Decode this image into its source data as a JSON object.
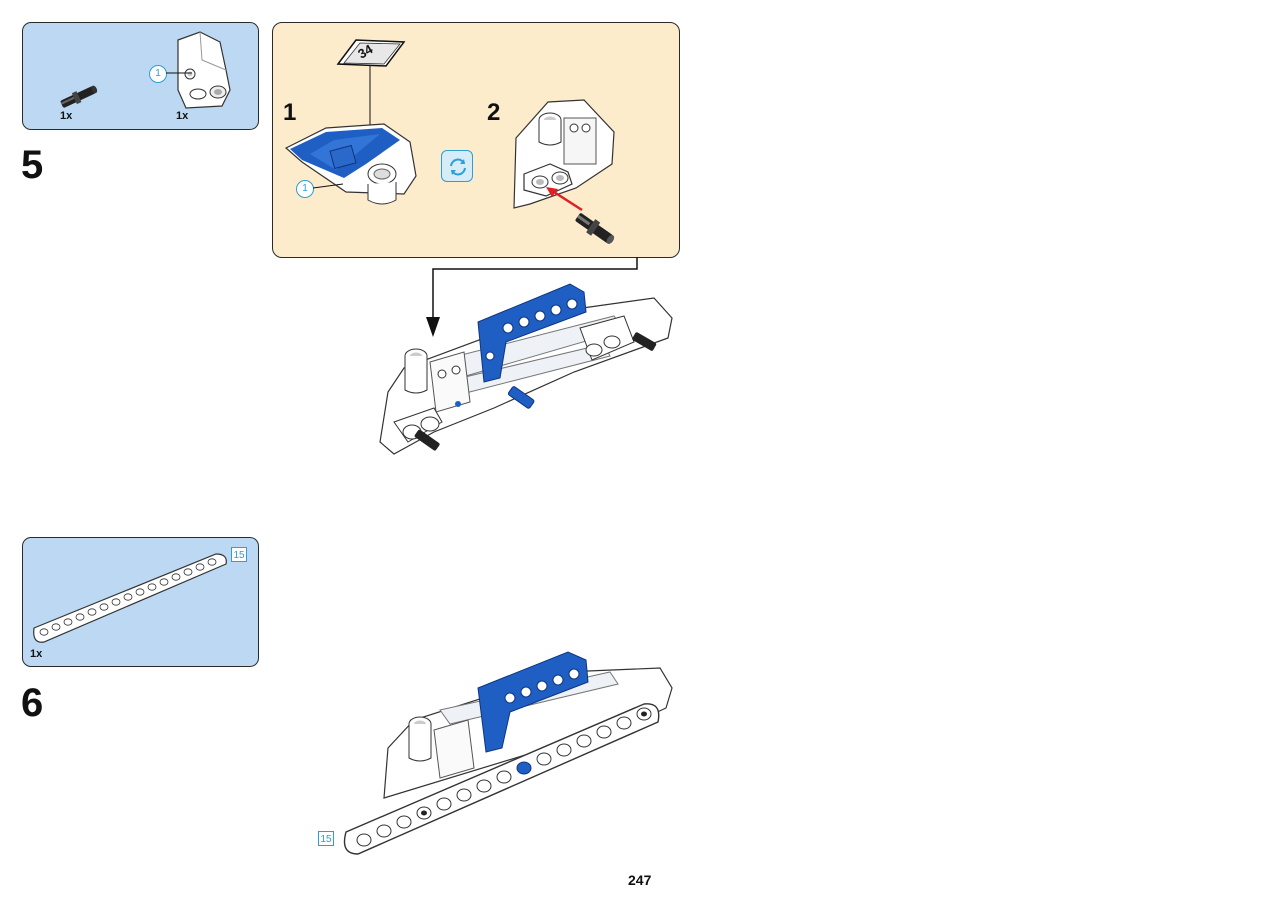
{
  "page_number": "247",
  "steps": [
    {
      "number": "5",
      "parts": [
        {
          "qty": "1x",
          "icon": "black-axle-pin-icon"
        },
        {
          "qty": "1x",
          "icon": "white-panel-icon",
          "callout_number": "1"
        }
      ],
      "subassembly": {
        "substeps": [
          {
            "number": "1",
            "callout_number": "1",
            "page_ref": "34"
          },
          {
            "number": "2"
          }
        ],
        "rotate_icon": "rotate-arrows-icon"
      }
    },
    {
      "number": "6",
      "parts": [
        {
          "qty": "1x",
          "icon": "white-beam-15-icon",
          "length_label": "15"
        }
      ],
      "assembly_length_label": "15"
    }
  ],
  "colors": {
    "parts_box": "#bcd8f2",
    "callout_box": "#fdeccc",
    "lego_blue": "#1f5fc4",
    "callout_cyan": "#2b9fd6",
    "insert_arrow": "#e02020"
  }
}
